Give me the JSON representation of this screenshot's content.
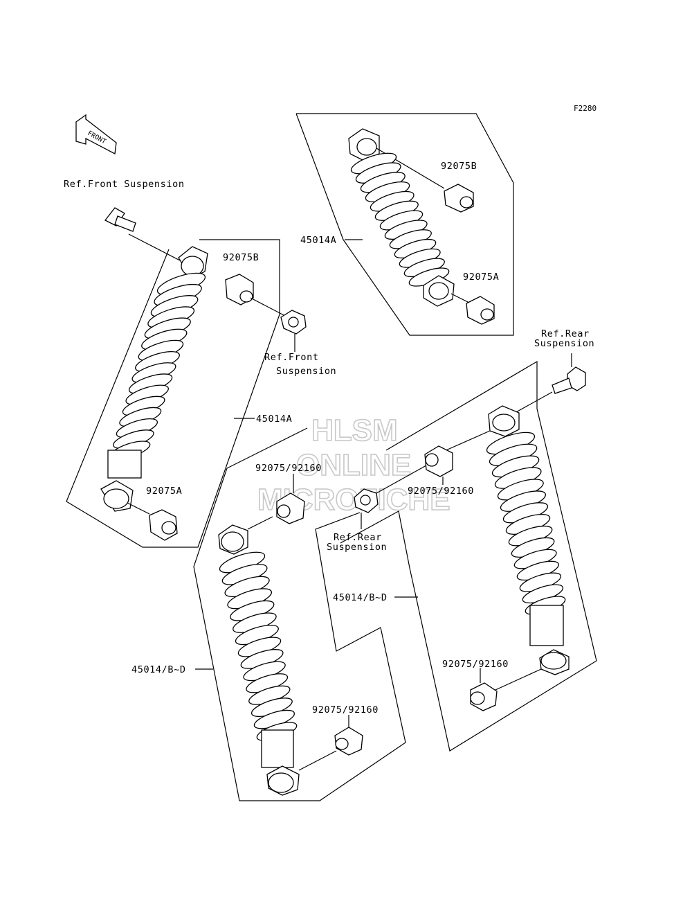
{
  "figure_code": "F2280",
  "front_arrow_label": "FRONT",
  "labels": {
    "ref_front_susp_top": "Ref.Front Suspension",
    "ref_front_susp_nut_1": "Ref.Front",
    "ref_front_susp_nut_2": "Suspension",
    "ref_rear_susp_top_1": "Ref.Rear",
    "ref_rear_susp_top_2": "Suspension",
    "ref_rear_susp_nut_1": "Ref.Rear",
    "ref_rear_susp_nut_2": "Suspension",
    "left_upper_bushing": "92075B",
    "left_lower_bushing": "92075A",
    "left_shock": "45014A",
    "top_shock": "45014A",
    "top_upper_bushing": "92075B",
    "top_lower_bushing": "92075A",
    "center_upper_bushing": "92075/92160",
    "center_shock": "45014/B~D",
    "center_lower_bushing": "92075/92160",
    "right_upper_bushing": "92075/92160",
    "right_shock": "45014/B~D",
    "right_lower_bushing": "92075/92160"
  },
  "watermark": [
    "HLSM",
    "ONLINE",
    "MICROFICHE"
  ]
}
